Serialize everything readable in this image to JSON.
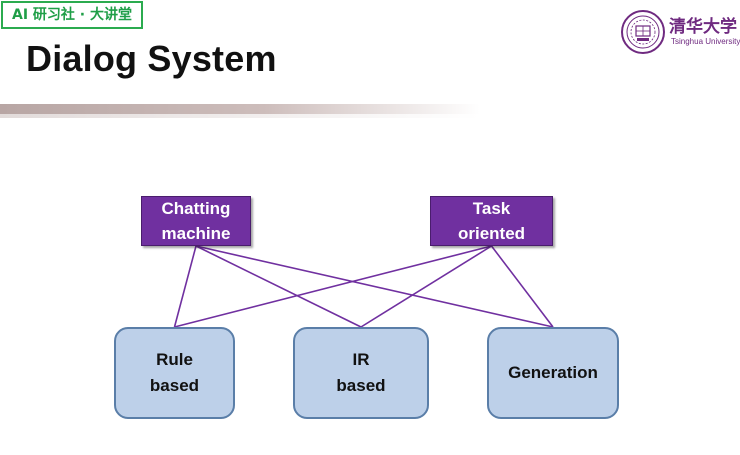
{
  "header": {
    "badge_text": "AI 研习社 · 大讲堂",
    "title": "Dialog System",
    "logo": {
      "name": "清华大学",
      "subtitle": "Tsinghua University"
    }
  },
  "diagram": {
    "top_nodes": [
      {
        "id": "chatting-machine",
        "label_lines": [
          "Chatting",
          "machine"
        ]
      },
      {
        "id": "task-oriented",
        "label_lines": [
          "Task",
          "oriented"
        ]
      }
    ],
    "bottom_nodes": [
      {
        "id": "rule-based",
        "label_lines": [
          "Rule",
          "based"
        ]
      },
      {
        "id": "ir-based",
        "label_lines": [
          "IR",
          "based"
        ]
      },
      {
        "id": "generation",
        "label_lines": [
          "Generation"
        ]
      }
    ],
    "edges": [
      {
        "from": "chatting-machine",
        "to": "rule-based"
      },
      {
        "from": "chatting-machine",
        "to": "ir-based"
      },
      {
        "from": "chatting-machine",
        "to": "generation"
      },
      {
        "from": "task-oriented",
        "to": "rule-based"
      },
      {
        "from": "task-oriented",
        "to": "ir-based"
      },
      {
        "from": "task-oriented",
        "to": "generation"
      }
    ],
    "colors": {
      "edge": "#7030a0",
      "top_fill": "#7030a0",
      "bottom_fill": "#bdd0e9",
      "bottom_border": "#5a7ea8"
    }
  }
}
